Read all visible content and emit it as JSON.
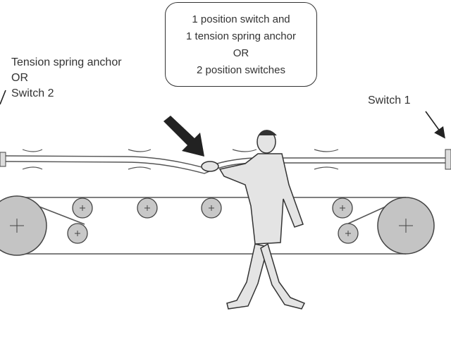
{
  "callout": {
    "lines": [
      "1 position switch and",
      "1 tension spring anchor",
      "OR",
      "2 position switches"
    ]
  },
  "left_label": {
    "line1": "Tension spring anchor",
    "line2": "OR",
    "line3": "Switch 2"
  },
  "right_label": {
    "text": "Switch 1"
  }
}
